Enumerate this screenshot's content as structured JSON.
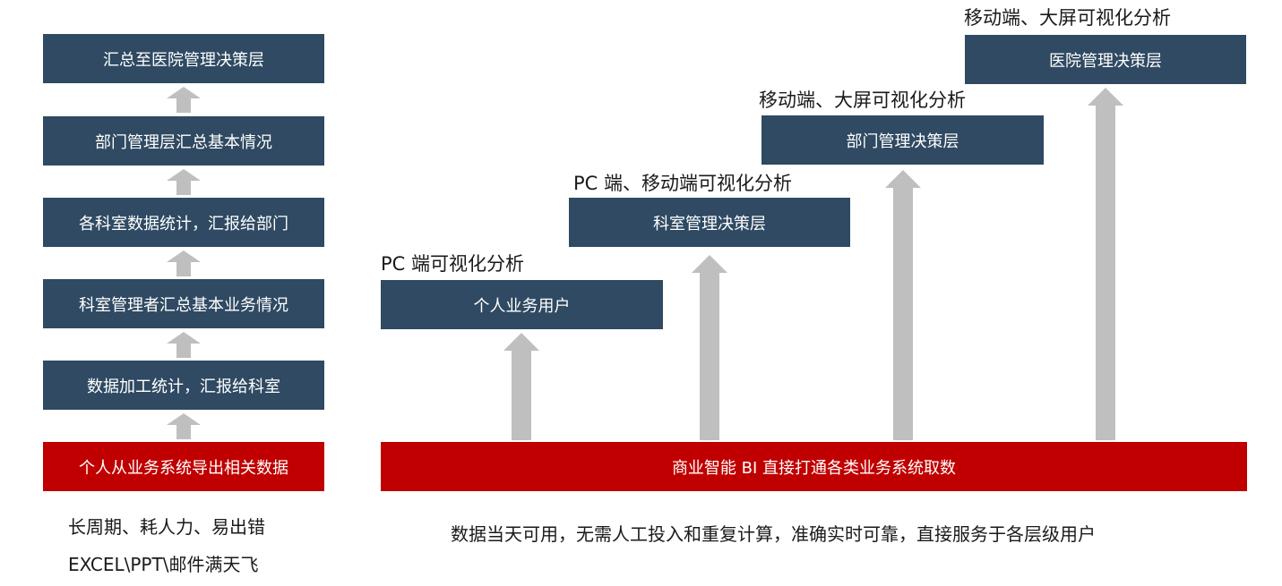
{
  "colors": {
    "box": "#2f4a62",
    "base": "#c00000",
    "arrow": "#bfbfbf"
  },
  "left": {
    "steps": [
      "汇总至医院管理决策层",
      "部门管理层汇总基本情况",
      "各科室数据统计，汇报给部门",
      "科室管理者汇总基本业务情况",
      "数据加工统计，汇报给科室"
    ],
    "base": "个人从业务系统导出相关数据",
    "notes": [
      "长周期、耗人力、易出错",
      "EXCEL\\PPT\\邮件满天飞"
    ]
  },
  "right": {
    "levels": [
      {
        "box": "个人业务用户",
        "caption": "PC 端可视化分析"
      },
      {
        "box": "科室管理决策层",
        "caption": "PC 端、移动端可视化分析"
      },
      {
        "box": "部门管理决策层",
        "caption": "移动端、大屏可视化分析"
      },
      {
        "box": "医院管理决策层",
        "caption": "移动端、大屏可视化分析"
      }
    ],
    "base": "商业智能 BI 直接打通各类业务系统取数",
    "note": "数据当天可用，无需人工投入和重复计算，准确实时可靠，直接服务于各层级用户"
  }
}
